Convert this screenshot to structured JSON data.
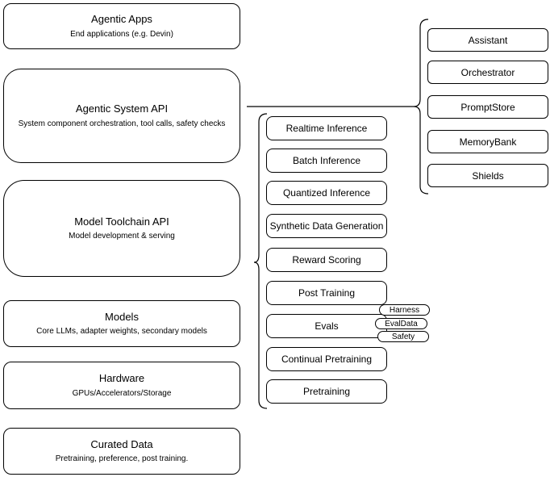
{
  "diagram": {
    "left_stack": [
      {
        "title": "Agentic Apps",
        "subtitle": "End applications (e.g. Devin)"
      },
      {
        "title": "Agentic System API",
        "subtitle": "System component orchestration, tool calls, safety checks"
      },
      {
        "title": "Model Toolchain API",
        "subtitle": "Model development & serving"
      },
      {
        "title": "Models",
        "subtitle": "Core LLMs, adapter weights, secondary models"
      },
      {
        "title": "Hardware",
        "subtitle": "GPUs/Accelerators/Storage"
      },
      {
        "title": "Curated Data",
        "subtitle": "Pretraining, preference, post training."
      }
    ],
    "toolchain_items": [
      "Realtime Inference",
      "Batch Inference",
      "Quantized Inference",
      "Synthetic Data Generation",
      "Reward Scoring",
      "Post Training",
      "Evals",
      "Continual Pretraining",
      "Pretraining"
    ],
    "system_components": [
      "Assistant",
      "Orchestrator",
      "PromptStore",
      "MemoryBank",
      "Shields"
    ],
    "eval_tags": [
      "Harness",
      "EvalData",
      "Safety"
    ],
    "colors": {
      "stroke": "#000000",
      "fill": "#ffffff"
    }
  }
}
